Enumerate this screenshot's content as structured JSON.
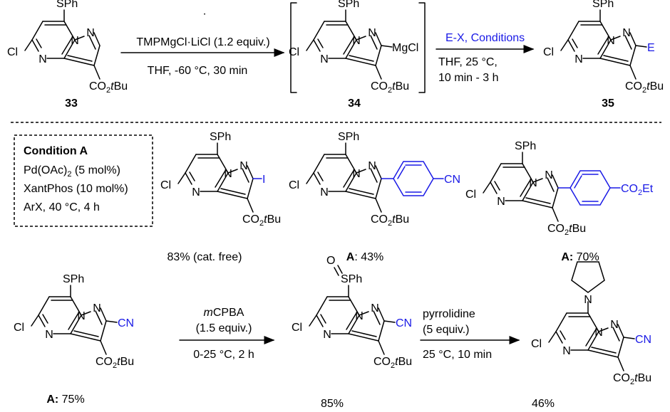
{
  "colors": {
    "ink": "#000000",
    "reagent": "#1a1ae6"
  },
  "top": {
    "step1": {
      "reagent": "TMPMgCl·LiCl (1.2 equiv.)",
      "conditions": "THF, -60 °C, 30 min"
    },
    "step2": {
      "reagent": "E-X, Conditions",
      "line1": "THF, 25 °C,",
      "line2": "10 min - 3 h"
    },
    "compounds": [
      {
        "number": "33",
        "sub": "SPh",
        "sub5": "Cl",
        "sub2": "",
        "sub3": "CO2tBu"
      },
      {
        "number": "34",
        "sub": "SPh",
        "sub5": "Cl",
        "sub2": "MgCl",
        "sub3": "CO2tBu"
      },
      {
        "number": "35",
        "sub": "SPh",
        "sub5": "Cl",
        "sub2": "E",
        "sub3": "CO2tBu"
      }
    ]
  },
  "condition_box": {
    "title": "Condition A",
    "lines": [
      "Pd(OAc)2 (5 mol%)",
      "XantPhos (10 mol%)",
      "ArX, 40 °C, 4 h"
    ]
  },
  "products": [
    {
      "sub2": "I",
      "yield_prefix": "",
      "yield": "83% (cat. free)"
    },
    {
      "sub2": "CN",
      "yield_prefix": "A",
      "yield": ": 43%"
    },
    {
      "sub2": "CO2Et",
      "yield_prefix": "A:",
      "yield": " 70%"
    }
  ],
  "bottom": {
    "start": {
      "sub2": "CN",
      "yield_prefix": "A:",
      "yield": " 75%"
    },
    "step1": {
      "reagent_italic": "m",
      "reagent": "CPBA",
      "equiv": "(1.5 equiv.)",
      "conditions": "0-25 °C, 2 h"
    },
    "sulfoxide": {
      "oxygen": "O",
      "sub": "SPh",
      "sub2": "CN",
      "yield": "85%"
    },
    "step2": {
      "reagent": "pyrrolidine",
      "equiv": "(5 equiv.)",
      "conditions": "25 °C, 10 min"
    },
    "amine": {
      "nitrogen": "N",
      "sub2": "CN",
      "yield": "46%"
    }
  },
  "atoms": {
    "N": "N",
    "Cl": "Cl",
    "SPh": "SPh"
  }
}
